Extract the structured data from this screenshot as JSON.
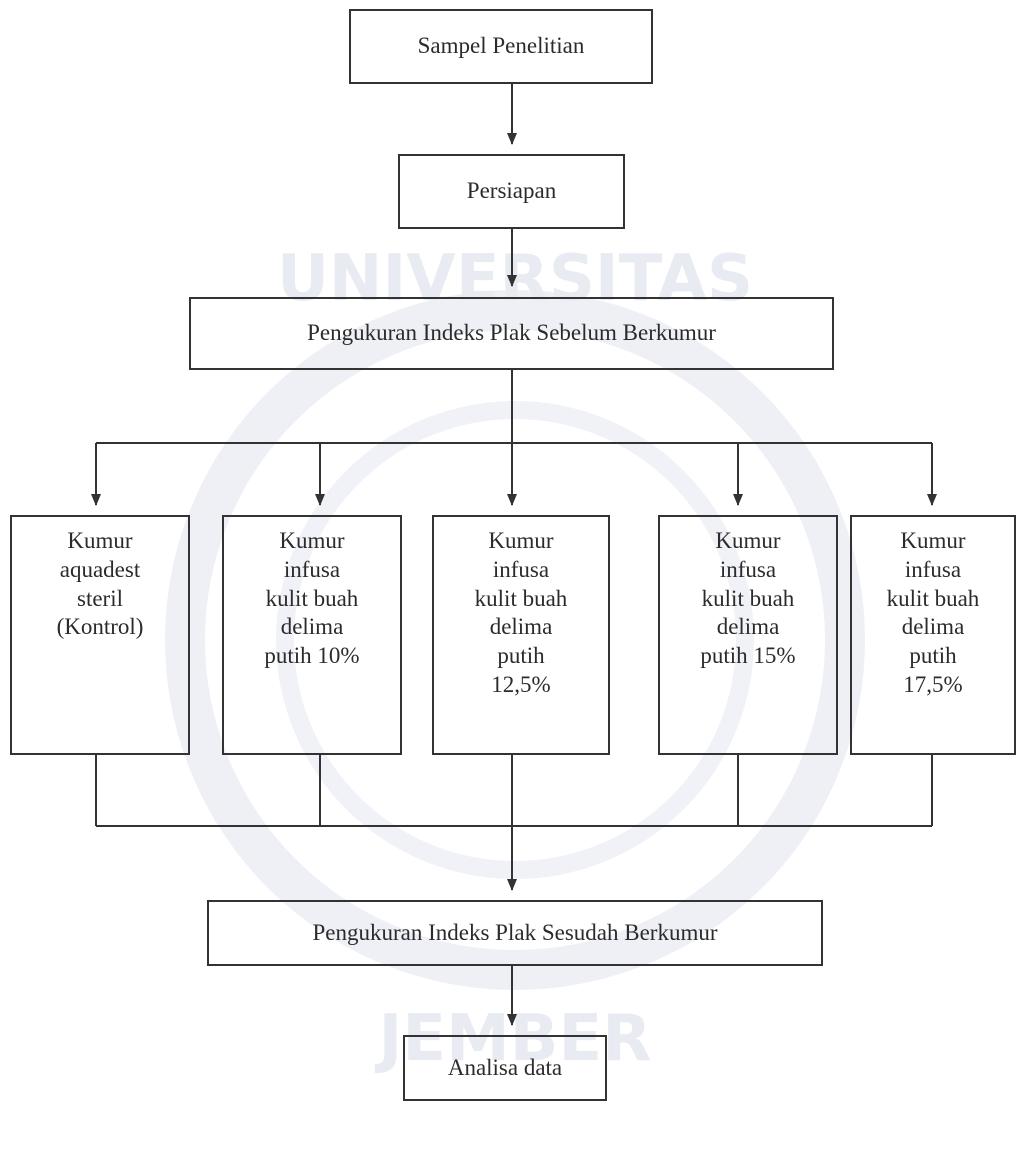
{
  "flowchart": {
    "start": "Sampel Penelitian",
    "prep": "Persiapan",
    "pre_measure": "Pengukuran Indeks Plak Sebelum Berkumur",
    "groups": [
      {
        "lines": [
          "Kumur",
          "aquadest",
          "steril",
          "(Kontrol)"
        ]
      },
      {
        "lines": [
          "Kumur",
          "infusa",
          "kulit buah",
          "delima",
          "putih 10%"
        ]
      },
      {
        "lines": [
          "Kumur",
          "infusa",
          "kulit buah",
          "delima",
          "putih",
          "12,5%"
        ]
      },
      {
        "lines": [
          "Kumur",
          "infusa",
          "kulit buah",
          "delima",
          "putih 15%"
        ]
      },
      {
        "lines": [
          "Kumur",
          "infusa",
          "kulit buah",
          "delima",
          "putih",
          "17,5%"
        ]
      }
    ],
    "post_measure": "Pengukuran Indeks Plak Sesudah Berkumur",
    "analysis": "Analisa data"
  },
  "watermark": {
    "text": "UNIVERSITAS JEMBER"
  },
  "colors": {
    "line": "#333333",
    "text": "#2b2b2b",
    "watermark": "#e9ebf3"
  }
}
